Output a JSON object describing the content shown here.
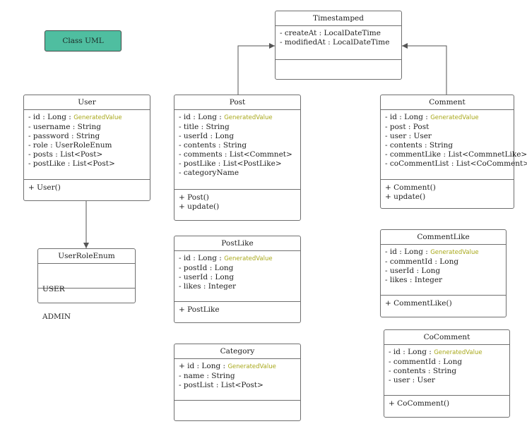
{
  "badge": {
    "label": "Class UML",
    "color": "#4fbea0"
  },
  "annotation": "GeneratedValue",
  "colors": {
    "stroke": "#6f6f6f",
    "annotation": "#a8a81a",
    "arrow": "#555555"
  },
  "classes": {
    "timestamped": {
      "name": "Timestamped",
      "attributes": [
        "- createAt : LocalDateTime",
        "- modifiedAt : LocalDateTime"
      ],
      "operations": []
    },
    "user": {
      "name": "User",
      "id_attr": "- id : Long :",
      "attributes": [
        "- username : String",
        "- password : String",
        "- role : UserRoleEnum",
        "- posts : List<Post>",
        "- postLike : List<Post>"
      ],
      "operations": [
        "+ User()"
      ]
    },
    "post": {
      "name": "Post",
      "id_attr": "- id : Long :",
      "attributes": [
        "- title : String",
        "- userId : Long",
        "- contents : String",
        "- comments : List<Commnet>",
        "- postLike : List<PostLike>",
        "- categoryName"
      ],
      "operations": [
        "+ Post()",
        "+ update()"
      ]
    },
    "comment": {
      "name": "Comment",
      "id_attr": "- id : Long :",
      "attributes": [
        "- post : Post",
        "- user : User",
        "- contents : String",
        "- commentLike : List<CommnetLike>",
        "- coCommentList : List<CoComment>"
      ],
      "operations": [
        "+ Comment()",
        "+ update()"
      ]
    },
    "userroleenum": {
      "name": "UserRoleEnum",
      "attributes": [
        " USER",
        "ADMIN"
      ],
      "operations": []
    },
    "postlike": {
      "name": "PostLike",
      "id_attr": "- id : Long :",
      "attributes": [
        "- postId : Long",
        "- userId : Long",
        "- likes : Integer"
      ],
      "operations": [
        "+ PostLike"
      ]
    },
    "commentlike": {
      "name": "CommentLike",
      "id_attr": "- id : Long :",
      "attributes": [
        "- commentId : Long",
        "- userId : Long",
        "- likes : Integer"
      ],
      "operations": [
        "+ CommentLike()"
      ]
    },
    "category": {
      "name": "Category",
      "id_attr": "+ id : Long :",
      "attributes": [
        "- name : String",
        "- postList : List<Post>"
      ],
      "operations": []
    },
    "cocomment": {
      "name": "CoComment",
      "id_attr": "- id : Long :",
      "attributes": [
        "- commentId : Long",
        "- contents : String",
        "- user : User"
      ],
      "operations": [
        "+ CoComment()"
      ]
    }
  }
}
